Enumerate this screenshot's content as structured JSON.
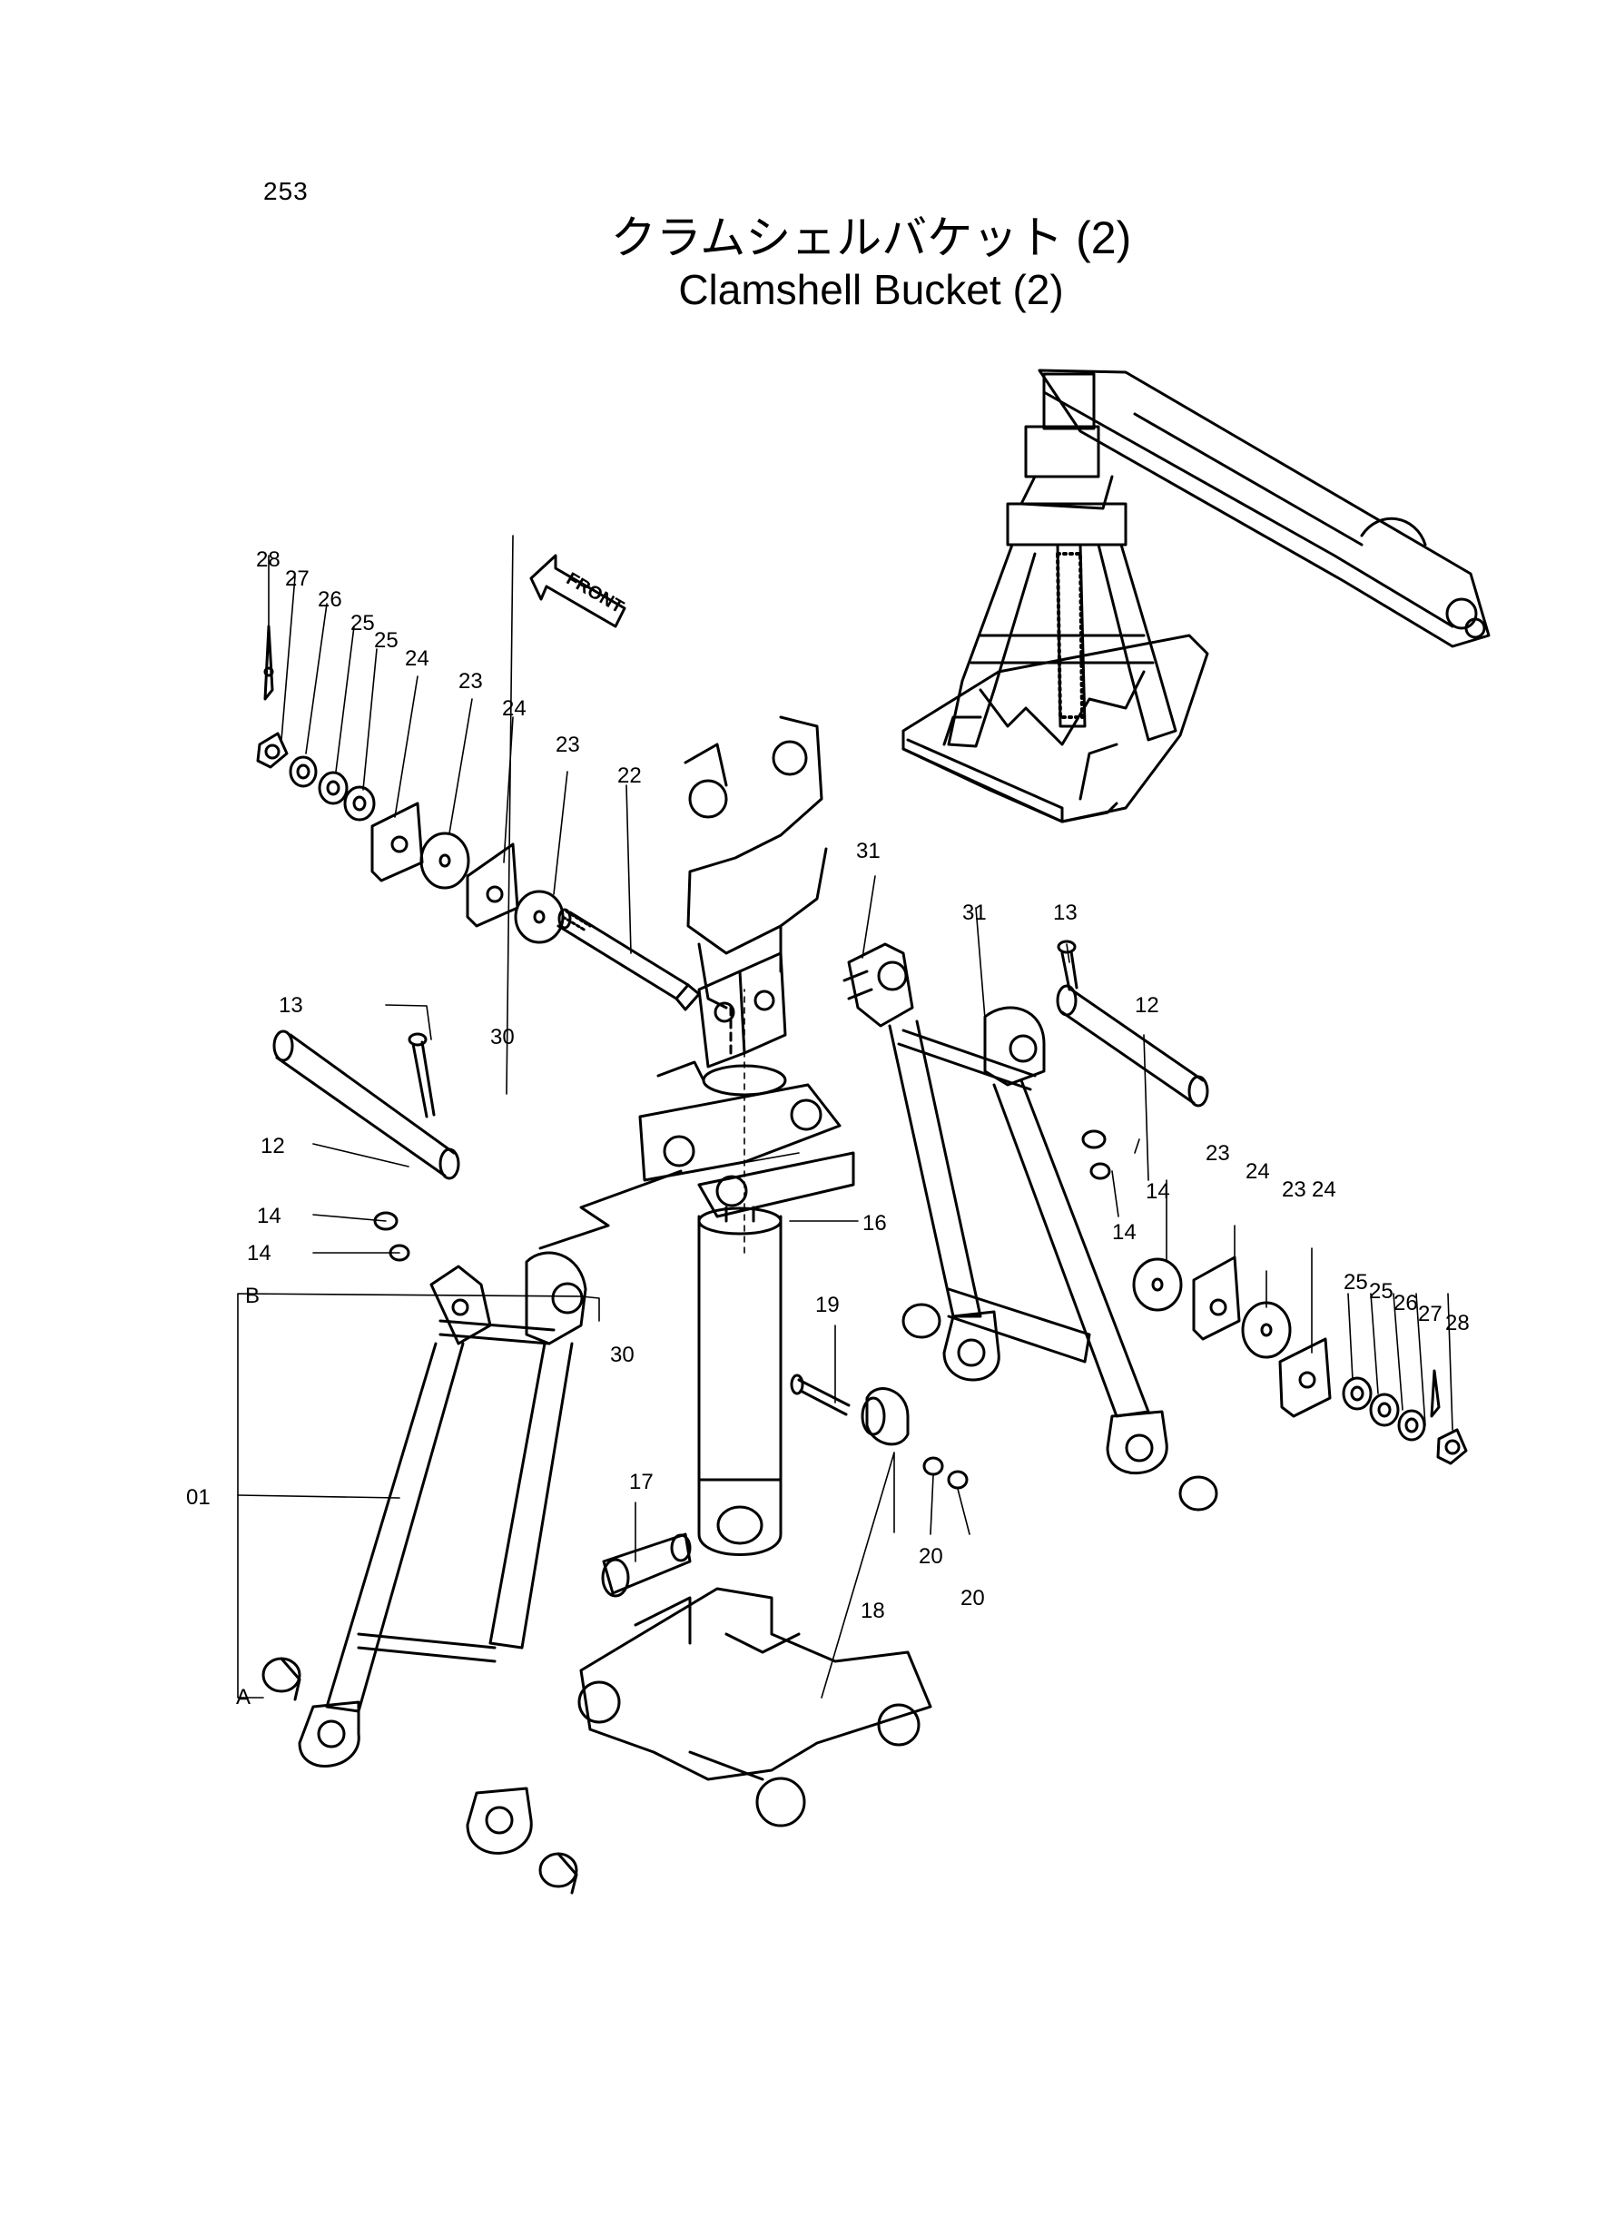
{
  "page": {
    "number": "253"
  },
  "title": {
    "japanese": "クラムシェルバケット (2)",
    "english": "Clamshell Bucket (2)"
  },
  "direction_label": "FRONT",
  "callouts": {
    "c28_left": "28",
    "c27_left": "27",
    "c26_left": "26",
    "c25a_left": "25",
    "c25b_left": "25",
    "c24a_left": "24",
    "c23a_left": "23",
    "c24b_left": "24",
    "c23b_left": "23",
    "c22": "22",
    "c31a": "31",
    "c31b": "31",
    "c13_right": "13",
    "c12_right": "12",
    "c23a_right": "23",
    "c24a_right": "24",
    "c23b_right": "23",
    "c24b_right": "24",
    "c25a_right": "25",
    "c25b_right": "25",
    "c26_right": "26",
    "c27_right": "27",
    "c28_right": "28",
    "c13_left": "13",
    "c30a": "30",
    "c12_left": "12",
    "c14a_left": "14",
    "c14b_left": "14",
    "cB": "B",
    "c30b": "30",
    "c16": "16",
    "c19": "19",
    "c14a_right": "14",
    "c14b_right": "14",
    "c01": "01",
    "c17": "17",
    "c18": "18",
    "c20a": "20",
    "c20b": "20",
    "cA": "A"
  }
}
